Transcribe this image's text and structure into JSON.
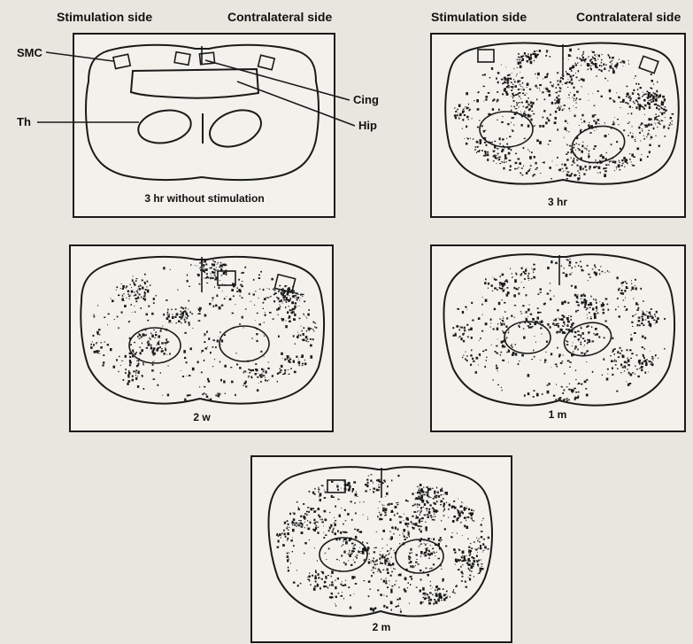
{
  "header": {
    "left_stim": "Stimulation side",
    "left_contra": "Contralateral side",
    "right_stim": "Stimulation side",
    "right_contra": "Contralateral side"
  },
  "labels": {
    "smc": "SMC",
    "th": "Th",
    "cing": "Cing",
    "hip": "Hip"
  },
  "panels": [
    {
      "id": "3h-nostim",
      "caption": "3 hr without stimulation",
      "density": 0.0
    },
    {
      "id": "3h",
      "caption": "3 hr",
      "density": 0.75
    },
    {
      "id": "2w",
      "caption": "2 w",
      "density": 0.6
    },
    {
      "id": "1m",
      "caption": "1 m",
      "density": 0.55
    },
    {
      "id": "2m",
      "caption": "2 m",
      "density": 0.8
    }
  ],
  "colors": {
    "ink": "#1a1a1a",
    "paper": "#f3f1ec",
    "background": "#e9e6df"
  }
}
